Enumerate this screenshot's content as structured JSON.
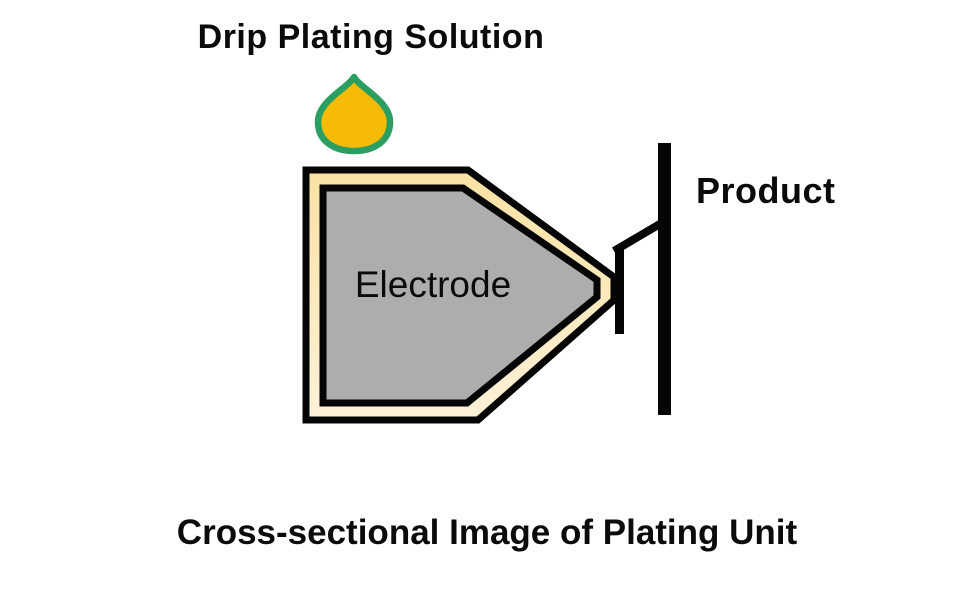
{
  "canvas": {
    "background": "#FFFFFF"
  },
  "labels": {
    "title": "Drip Plating Solution",
    "electrode": "Electrode",
    "product": "Product",
    "caption": "Cross-sectional Image of Plating Unit"
  },
  "colors": {
    "text": "#0B0B0B",
    "outline": "#050505",
    "drop_fill": "#F6BB06",
    "drop_stroke": "#2B9E61",
    "electrode_fill": "#ADADAD",
    "housing_fill_top": "#FBE2A2",
    "housing_fill_bottom": "#FDF1D8"
  }
}
